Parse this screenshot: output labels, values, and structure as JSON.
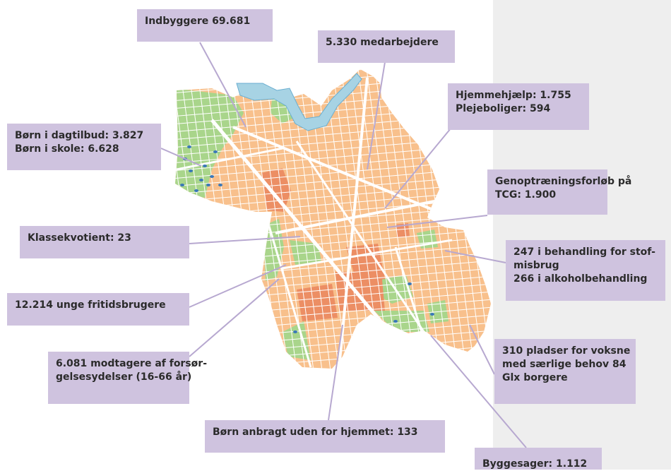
{
  "colors": {
    "callout_bg": "#cfc3df",
    "leader_line": "#b7a8d0",
    "residential": "#f8c08c",
    "dense_area": "#ec8e64",
    "green_area": "#a9d58b",
    "water": "#a7d3e4",
    "roads": "#ffffff",
    "panel_bg": "#eeeeee"
  },
  "callouts": {
    "indbyggere": {
      "lines": [
        "Indbyggere 69.681"
      ]
    },
    "medarbejdere": {
      "lines": [
        "5.330 medarbejdere"
      ]
    },
    "hjemmehjaelp": {
      "lines": [
        "Hjemmehjælp: 1.755",
        "Plejeboliger: 594"
      ]
    },
    "boern": {
      "lines": [
        "Børn i dagtilbud: 3.827",
        "Børn i skole: 6.628"
      ]
    },
    "genoptraening": {
      "lines": [
        "Genoptræningsforløb på",
        "TCG: 1.900"
      ]
    },
    "klassekvotient": {
      "lines": [
        "Klassekvotient: 23"
      ]
    },
    "stofmisbrug": {
      "lines": [
        "247 i behandling for stof-",
        "misbrug",
        "266 i alkoholbehandling"
      ]
    },
    "fritid": {
      "lines": [
        "12.214 unge fritidsbrugere"
      ]
    },
    "forsoerg": {
      "lines": [
        "6.081 modtagere af forsør-",
        "gelsesydelser (16-66 år)"
      ]
    },
    "voksne": {
      "lines": [
        "310 pladser for voksne",
        "med særlige behov 84",
        "Glx borgere"
      ]
    },
    "anbragt": {
      "lines": [
        "Børn anbragt uden for hjemmet: 133"
      ]
    },
    "byggesager": {
      "lines": [
        "Byggesager: 1.112"
      ]
    }
  }
}
